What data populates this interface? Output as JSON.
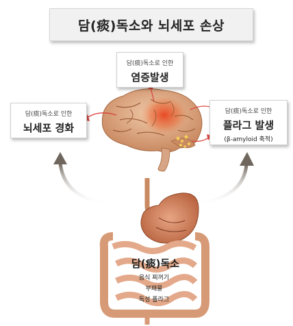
{
  "title": "담(痰)독소와 뇌세포 손상",
  "boxes": {
    "inflammation": {
      "small": "담(痰)독소로 인한",
      "big": "염증발생"
    },
    "neuron": {
      "small": "담(痰)독소로 인한",
      "big": "뇌세포 경화"
    },
    "plaque": {
      "small": "담(痰)독소로 인한",
      "big": "플라그 발생",
      "sub": "(β-amyloid 축적)"
    }
  },
  "gut": {
    "title": "담(痰)독소",
    "items": [
      "음식 찌꺼기",
      "부패물",
      "독성 플라그"
    ]
  },
  "colors": {
    "arrow_red": "#d9443f",
    "arrow_gray": "#7a7066",
    "brain": "#d9a07a",
    "inflamed": "#e0522c",
    "intestine": "#e3a98a",
    "stomach": "#c8744f"
  }
}
